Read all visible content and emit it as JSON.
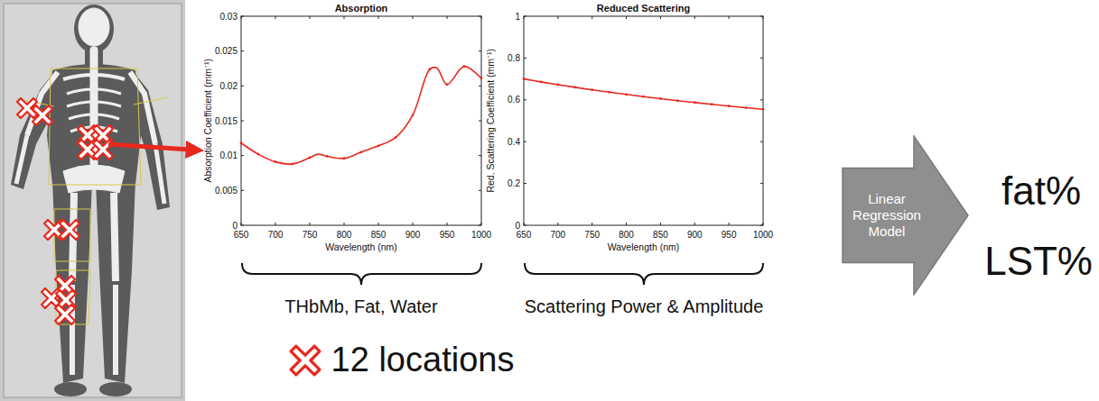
{
  "diagram": {
    "nodes": [
      {
        "text": [
          "Linear Regression Model"
        ]
      }
    ],
    "labels": [
      "Absorption",
      "Absorption Coefficient (mm⁻¹)",
      "0",
      "0.005",
      "0.01",
      "0.015",
      "0.02",
      "0.025",
      "0.03",
      "650",
      "700",
      "750",
      "800",
      "850",
      "900",
      "950",
      "1000",
      "Wavelength (nm)",
      "Reduced Scattering",
      "Red. Scattering Coefficient (mm⁻¹)",
      "0",
      "0.2",
      "0.4",
      "0.6",
      "0.8",
      "1",
      "650",
      "700",
      "750",
      "800",
      "850",
      "900",
      "950",
      "1000",
      "Wavelength (nm)",
      "THbMb, Fat, Water",
      "Scattering Power & Amplitude",
      "12 locations",
      "fat%",
      "LST%"
    ]
  }
}
